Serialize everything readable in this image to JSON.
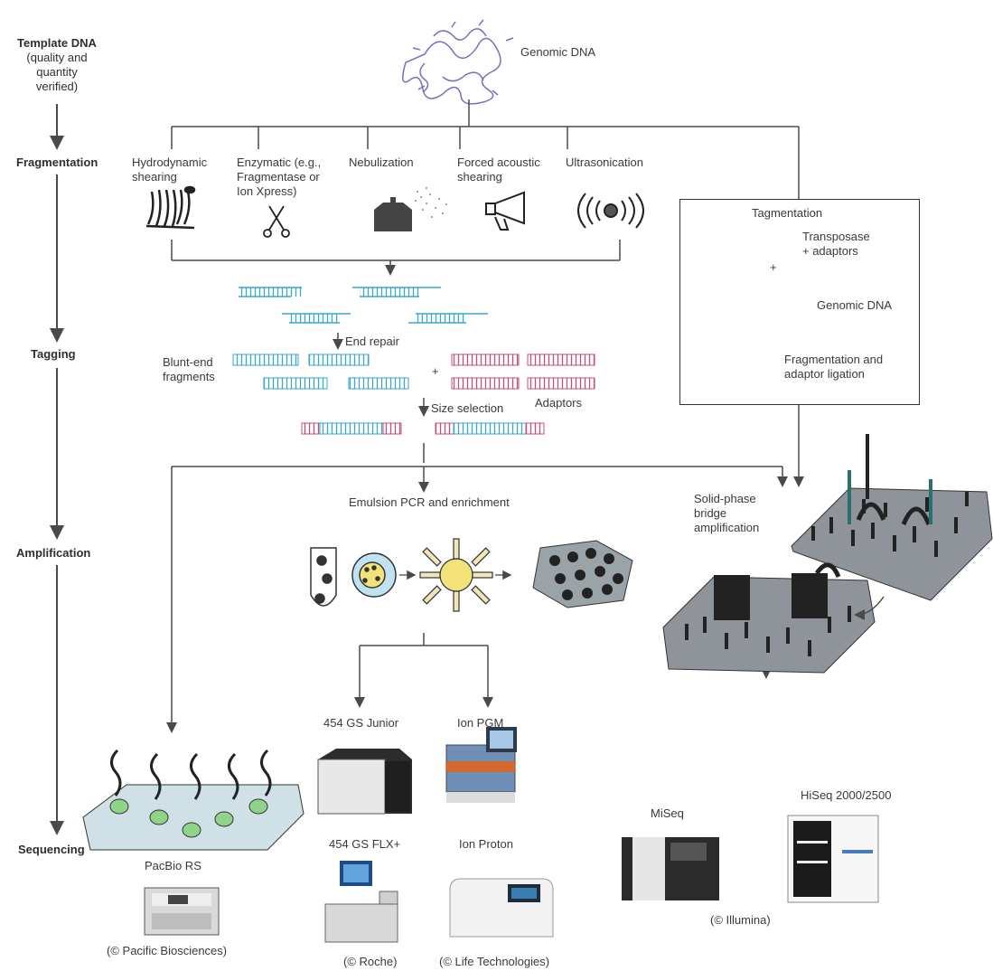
{
  "stages": {
    "template_dna": [
      "Template DNA",
      "(quality and",
      "quantity",
      "verified)"
    ],
    "fragmentation": "Fragmentation",
    "tagging": "Tagging",
    "amplification": "Amplification",
    "sequencing": "Sequencing"
  },
  "genomic_dna": "Genomic DNA",
  "methods": {
    "hydrodynamic": [
      "Hydrodynamic",
      "shearing"
    ],
    "enzymatic": [
      "Enzymatic (e.g.,",
      "Fragmentase or",
      "Ion Xpress)"
    ],
    "nebulization": "Nebulization",
    "acoustic": [
      "Forced acoustic",
      "shearing"
    ],
    "ultrasonication": "Ultrasonication"
  },
  "tagmentation": {
    "title": "Tagmentation",
    "transposase": [
      "Transposase",
      "+ adaptors"
    ],
    "plus": "+",
    "genomic_dna": "Genomic DNA",
    "frag_ligation": [
      "Fragmentation and",
      "adaptor ligation"
    ]
  },
  "tagging": {
    "end_repair": "End repair",
    "blunt_end": [
      "Blunt-end",
      "fragments"
    ],
    "plus": "+",
    "adaptors": "Adaptors",
    "size_selection": "Size selection"
  },
  "amplification": {
    "emulsion": "Emulsion PCR and enrichment",
    "bridge": [
      "Solid-phase",
      "bridge",
      "amplification"
    ]
  },
  "instruments": {
    "pacbio": "PacBio RS",
    "gs_junior": "454 GS Junior",
    "ion_pgm": "Ion PGM",
    "gs_flx": "454 GS FLX+",
    "ion_proton": "Ion Proton",
    "miseq": "MiSeq",
    "hiseq": "HiSeq 2000/2500"
  },
  "credits": {
    "pacific": "(© Pacific Biosciences)",
    "roche": "(© Roche)",
    "life": "(© Life Technologies)",
    "illumina": "(© Illumina)"
  },
  "colors": {
    "line": "#4a4a4a",
    "dna_blue": "#3aa6c9",
    "adaptor_pink": "#c2507a",
    "adaptor_orange": "#e8a030",
    "genomic_purple": "#7c6bbf",
    "bead_yellow": "#f3e27a",
    "green_well": "#8fd48a"
  }
}
